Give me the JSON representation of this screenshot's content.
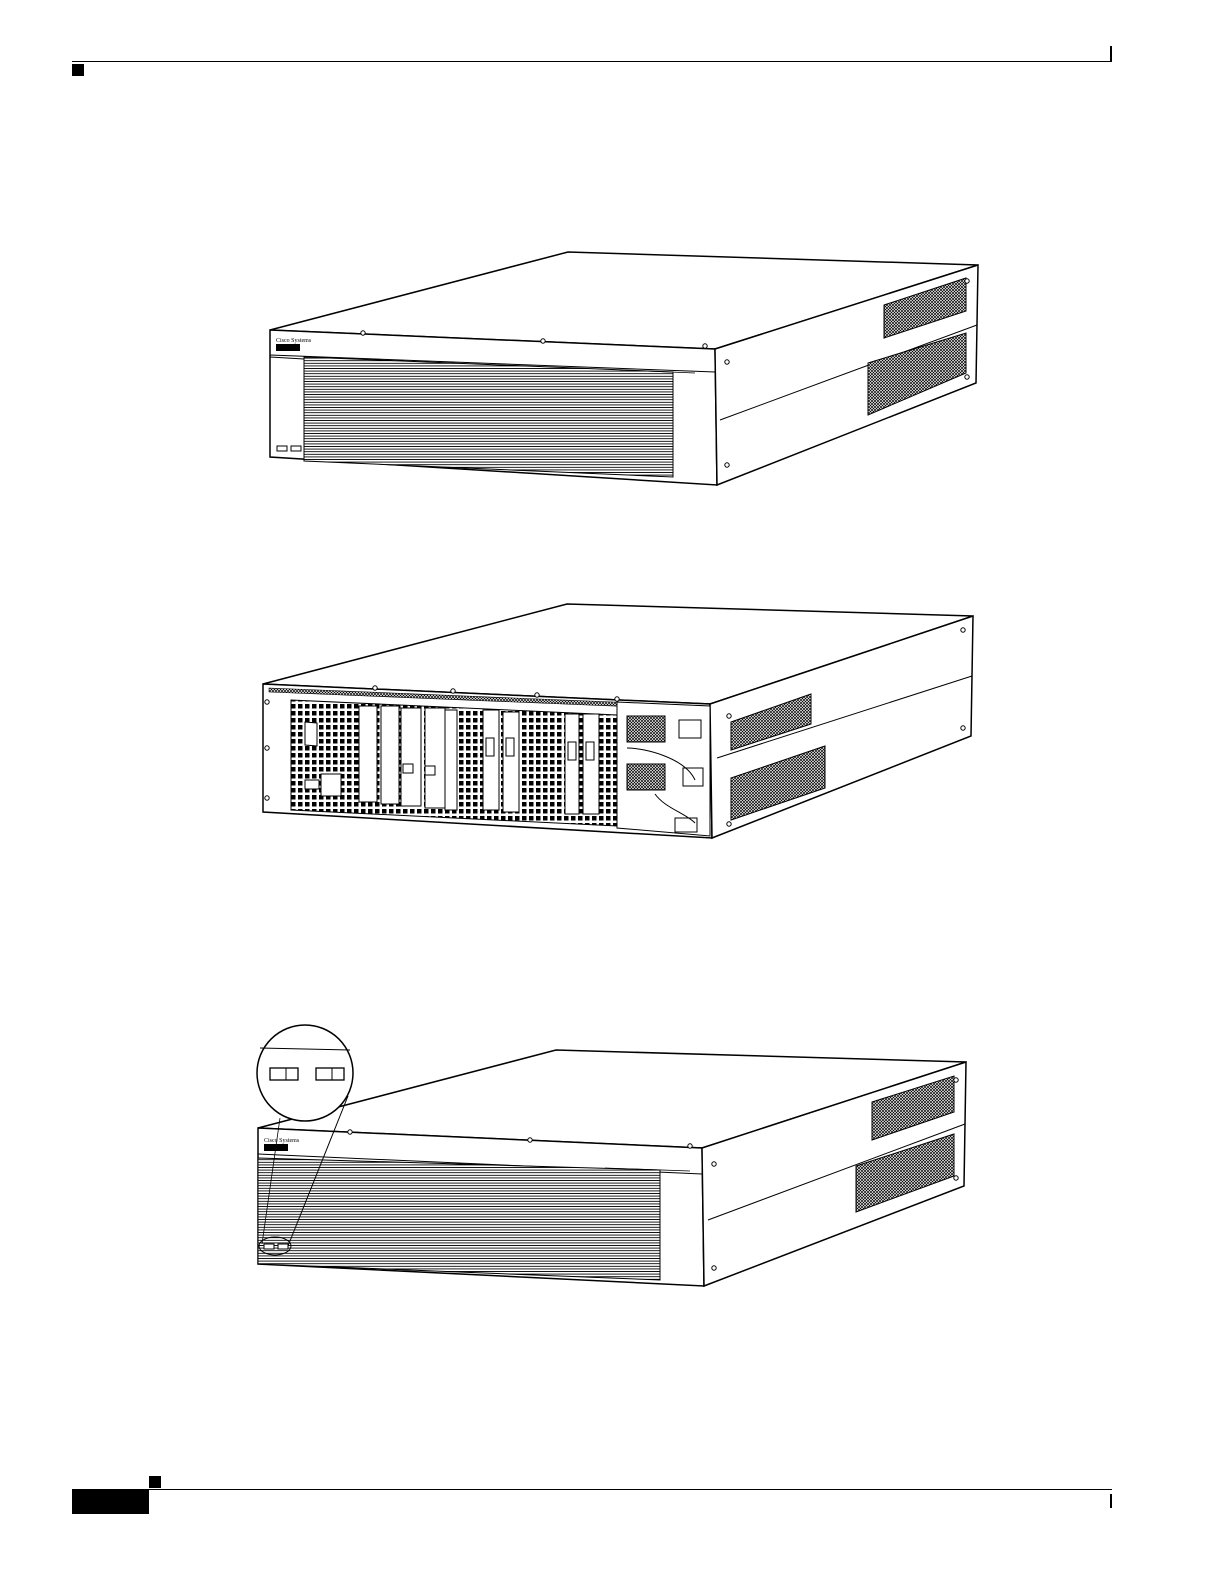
{
  "page": {
    "header": {
      "rule": true,
      "marker": "black-square"
    },
    "footer": {
      "rule": true,
      "marker": "black-square",
      "tab": "black-tab"
    }
  },
  "figures": [
    {
      "name": "chassis-front-view",
      "logo_text": "Cisco Systems"
    },
    {
      "name": "chassis-rear-view"
    },
    {
      "name": "chassis-front-led-callout",
      "logo_text": "Cisco Systems"
    }
  ],
  "colors": {
    "ink": "#000000",
    "paper": "#ffffff"
  }
}
